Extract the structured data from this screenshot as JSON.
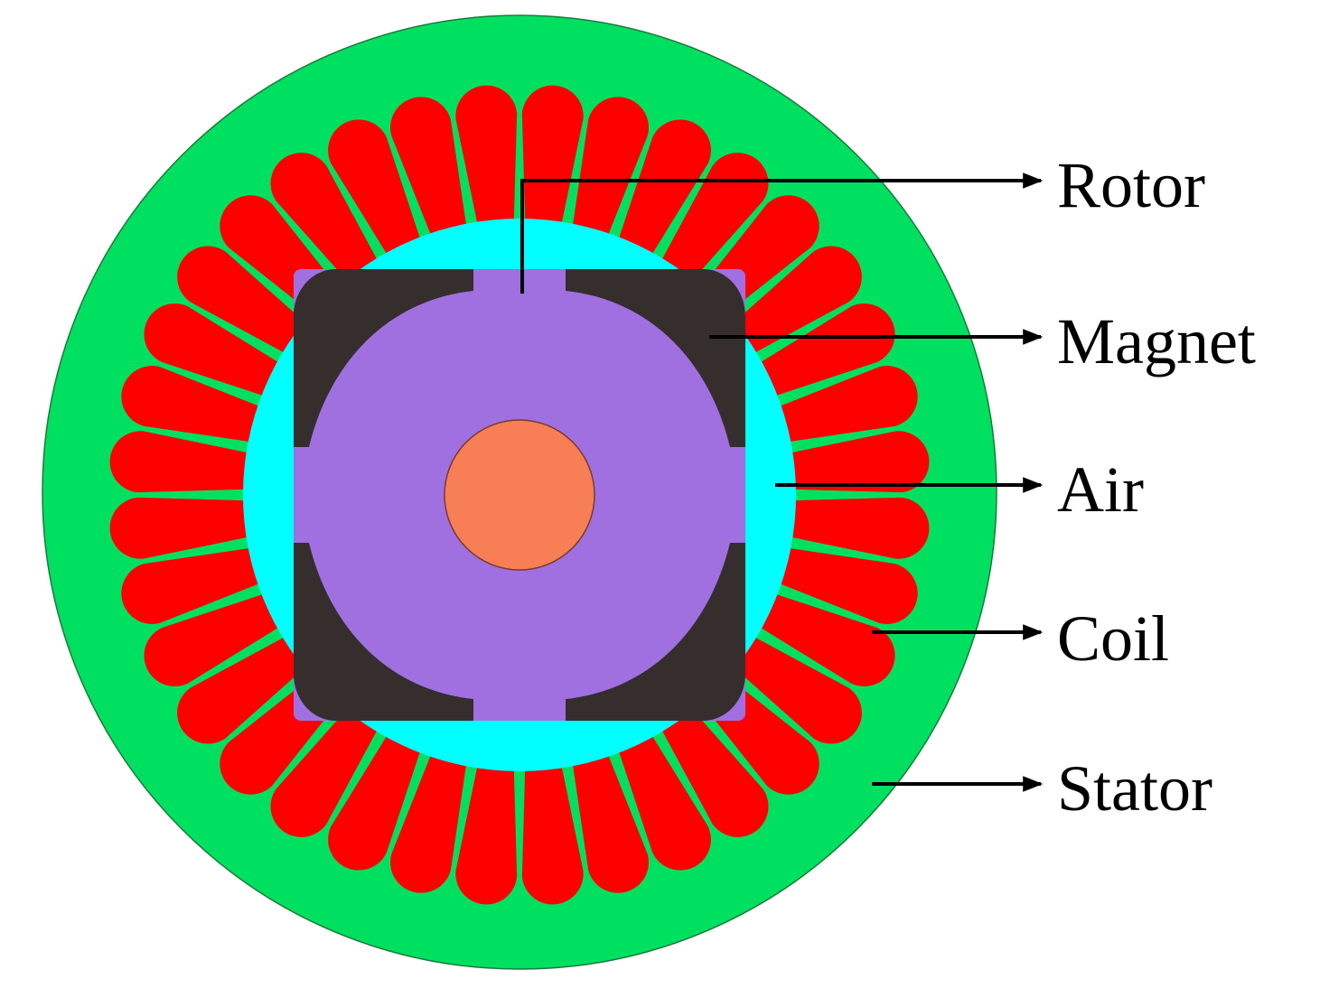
{
  "labels": {
    "rotor": "Rotor",
    "magnet": "Magnet",
    "air": "Air",
    "coil": "Coil",
    "stator": "Stator"
  },
  "colors": {
    "stator": "#00e060",
    "coil": "#ff0000",
    "air": "#00ffff",
    "rotor": "#a070e0",
    "magnet": "#352e2c",
    "shaft": "#f87e56",
    "line": "#000000",
    "background": "#ffffff"
  },
  "stator": {
    "slot_count": 36
  }
}
